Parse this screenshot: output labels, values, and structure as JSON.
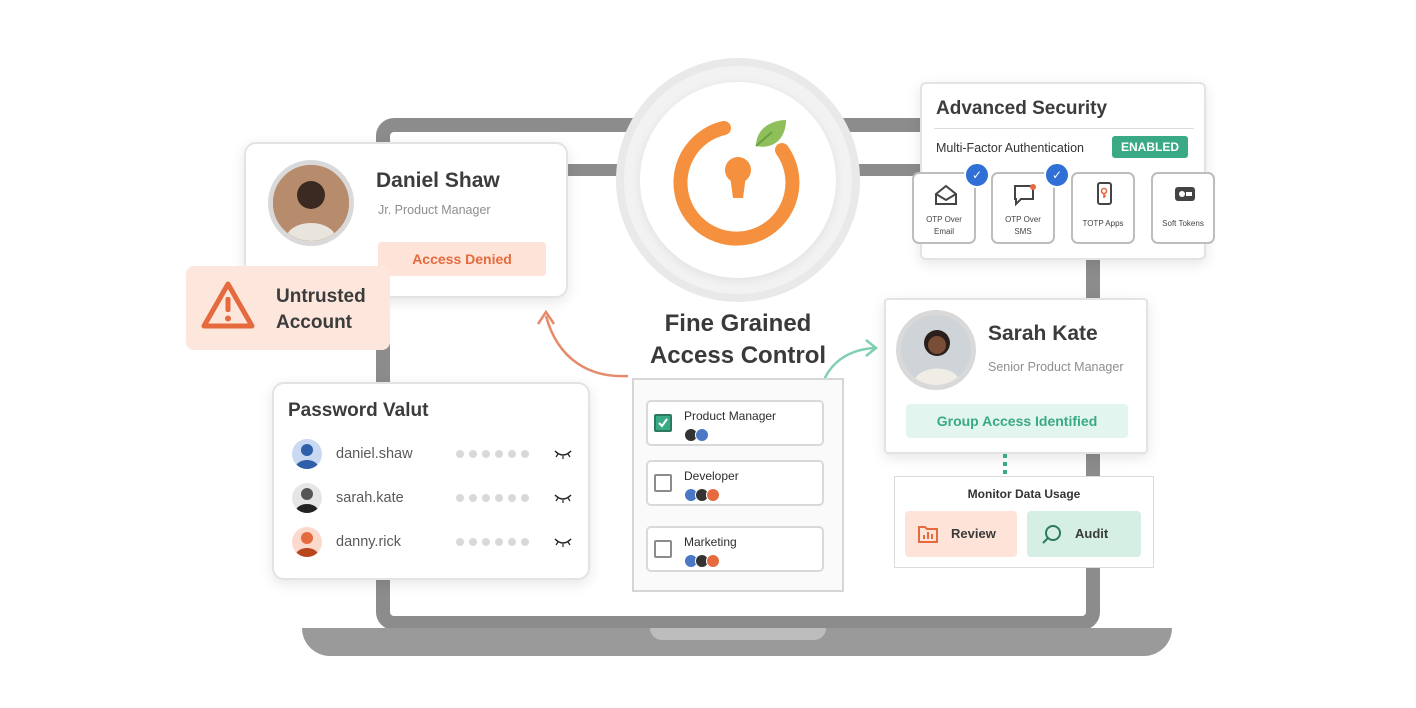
{
  "profile_denied": {
    "name": "Daniel Shaw",
    "title": "Jr. Product Manager",
    "status": "Access Denied"
  },
  "alert": {
    "text_line1": "Untrusted",
    "text_line2": "Account"
  },
  "vault": {
    "title": "Password Valut",
    "users": [
      {
        "username": "daniel.shaw"
      },
      {
        "username": "sarah.kate"
      },
      {
        "username": "danny.rick"
      }
    ]
  },
  "center": {
    "title_line1": "Fine Grained",
    "title_line2": "Access Control"
  },
  "roles": [
    {
      "label": "Product Manager",
      "checked": true
    },
    {
      "label": "Developer",
      "checked": false
    },
    {
      "label": "Marketing",
      "checked": false
    }
  ],
  "security": {
    "title": "Advanced Security",
    "mfa_label": "Multi-Factor Authentication",
    "mfa_status": "ENABLED",
    "methods": [
      {
        "line1": "OTP Over",
        "line2": "Email",
        "icon": "envelope-icon",
        "checked": true
      },
      {
        "line1": "OTP Over",
        "line2": "SMS",
        "icon": "message-icon",
        "checked": true
      },
      {
        "line1": "TOTP Apps",
        "line2": "",
        "icon": "phone-key-icon",
        "checked": false
      },
      {
        "line1": "Soft Tokens",
        "line2": "",
        "icon": "token-icon",
        "checked": false
      }
    ]
  },
  "profile_granted": {
    "name": "Sarah Kate",
    "title": "Senior Product Manager",
    "status": "Group Access Identified"
  },
  "monitor": {
    "title": "Monitor Data Usage",
    "review_label": "Review",
    "audit_label": "Audit"
  },
  "colors": {
    "orange": "#f5913e",
    "green": "#3aa985",
    "denied_bg": "#fde3d8",
    "denied_text": "#e56a3e",
    "granted_bg": "#e2f5ee",
    "blue": "#2f6fd6"
  }
}
